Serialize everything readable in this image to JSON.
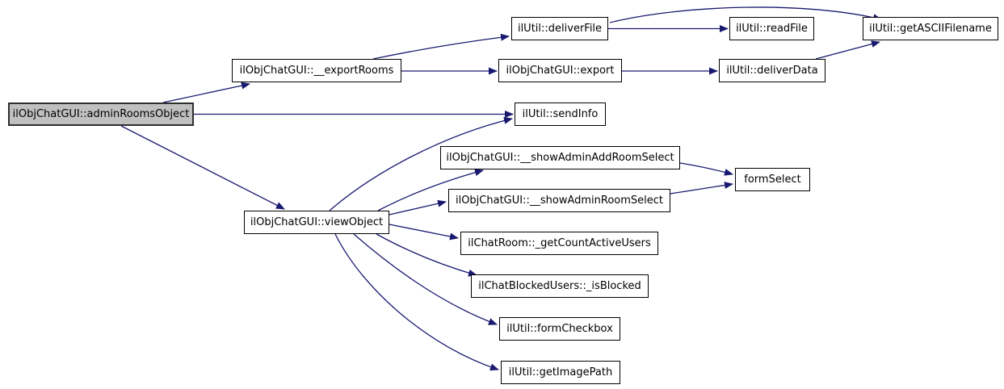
{
  "diagram": {
    "type": "call-graph",
    "colors": {
      "edge": "#191970",
      "node_fill": "#ffffff",
      "node_border": "#000000",
      "highlight_fill": "#c0c0c0"
    },
    "nodes": [
      {
        "id": "adminRoomsObject",
        "label": "ilObjChatGUI::adminRoomsObject",
        "highlighted": true
      },
      {
        "id": "exportRooms",
        "label": "ilObjChatGUI::__exportRooms",
        "highlighted": false
      },
      {
        "id": "deliverFile",
        "label": "ilUtil::deliverFile",
        "highlighted": false
      },
      {
        "id": "readFile",
        "label": "ilUtil::readFile",
        "highlighted": false
      },
      {
        "id": "getASCIIFilename",
        "label": "ilUtil::getASCIIFilename",
        "highlighted": false
      },
      {
        "id": "export",
        "label": "ilObjChatGUI::export",
        "highlighted": false
      },
      {
        "id": "deliverData",
        "label": "ilUtil::deliverData",
        "highlighted": false
      },
      {
        "id": "sendInfo",
        "label": "ilUtil::sendInfo",
        "highlighted": false
      },
      {
        "id": "viewObject",
        "label": "ilObjChatGUI::viewObject",
        "highlighted": false
      },
      {
        "id": "showAdminAddRoomSelect",
        "label": "ilObjChatGUI::__showAdminAddRoomSelect",
        "highlighted": false
      },
      {
        "id": "showAdminRoomSelect",
        "label": "ilObjChatGUI::__showAdminRoomSelect",
        "highlighted": false
      },
      {
        "id": "getCountActiveUsers",
        "label": "ilChatRoom::_getCountActiveUsers",
        "highlighted": false
      },
      {
        "id": "isBlocked",
        "label": "ilChatBlockedUsers::_isBlocked",
        "highlighted": false
      },
      {
        "id": "formCheckbox",
        "label": "ilUtil::formCheckbox",
        "highlighted": false
      },
      {
        "id": "getImagePath",
        "label": "ilUtil::getImagePath",
        "highlighted": false
      },
      {
        "id": "formSelect",
        "label": "formSelect",
        "highlighted": false
      }
    ],
    "edges": [
      {
        "from": "adminRoomsObject",
        "to": "exportRooms"
      },
      {
        "from": "adminRoomsObject",
        "to": "sendInfo"
      },
      {
        "from": "adminRoomsObject",
        "to": "viewObject"
      },
      {
        "from": "exportRooms",
        "to": "deliverFile"
      },
      {
        "from": "exportRooms",
        "to": "export"
      },
      {
        "from": "deliverFile",
        "to": "readFile"
      },
      {
        "from": "deliverFile",
        "to": "getASCIIFilename"
      },
      {
        "from": "export",
        "to": "deliverData"
      },
      {
        "from": "deliverData",
        "to": "getASCIIFilename"
      },
      {
        "from": "viewObject",
        "to": "sendInfo"
      },
      {
        "from": "viewObject",
        "to": "showAdminAddRoomSelect"
      },
      {
        "from": "viewObject",
        "to": "showAdminRoomSelect"
      },
      {
        "from": "viewObject",
        "to": "getCountActiveUsers"
      },
      {
        "from": "viewObject",
        "to": "isBlocked"
      },
      {
        "from": "viewObject",
        "to": "formCheckbox"
      },
      {
        "from": "viewObject",
        "to": "getImagePath"
      },
      {
        "from": "showAdminAddRoomSelect",
        "to": "formSelect"
      },
      {
        "from": "showAdminRoomSelect",
        "to": "formSelect"
      }
    ]
  }
}
